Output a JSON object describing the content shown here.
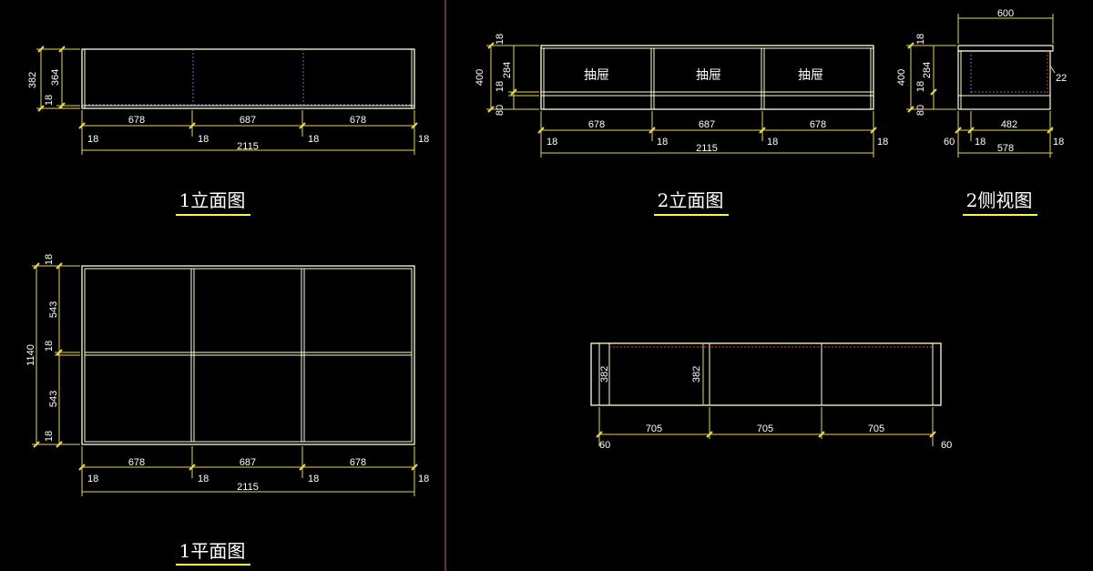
{
  "colors": {
    "background": "#000000",
    "outline": "#ffffcc",
    "dimension_line": "#e8d84a",
    "text": "#ffffff",
    "hidden_line": "#3b7fd4",
    "red_dashed": "#ff3333",
    "divider": "#cc66aa",
    "title_underline": "#ffff00"
  },
  "drawing_1_elevation": {
    "title": "1立面图",
    "height_total": "382",
    "height_main": "364",
    "height_base": "18",
    "widths": [
      "678",
      "687",
      "678"
    ],
    "panels": [
      "18",
      "18",
      "18",
      "18"
    ],
    "total": "2115"
  },
  "drawing_2_elevation": {
    "title": "2立面图",
    "height_total": "400",
    "height_top": "18",
    "height_drawer": "284",
    "height_mid": "18",
    "height_base": "80",
    "drawer_label": "抽屉",
    "widths": [
      "678",
      "687",
      "678"
    ],
    "panels": [
      "18",
      "18",
      "18",
      "18"
    ],
    "total": "2115"
  },
  "drawing_2_side": {
    "title": "2侧视图",
    "top_width": "600",
    "height_total": "400",
    "height_top": "18",
    "height_drawer": "284",
    "height_mid": "18",
    "height_base": "80",
    "back_offset": "22",
    "inner_width": "482",
    "setback": "60",
    "panels": [
      "18",
      "18"
    ],
    "total": "578"
  },
  "drawing_1_plan": {
    "title": "1平面图",
    "height_total": "1140",
    "height_top": "18",
    "height_upper": "543",
    "height_mid": "18",
    "height_lower": "543",
    "height_bottom": "18",
    "widths": [
      "678",
      "687",
      "678"
    ],
    "panels": [
      "18",
      "18",
      "18",
      "18"
    ],
    "total": "2115"
  },
  "drawing_base_plan": {
    "height_left": "382",
    "height_inner": "382",
    "widths": [
      "705",
      "705",
      "705"
    ],
    "setbacks": [
      "60",
      "60"
    ]
  }
}
